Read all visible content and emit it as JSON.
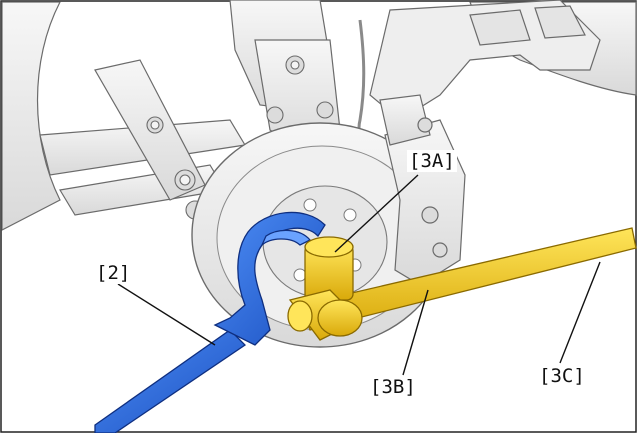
{
  "callouts": {
    "label_2": "[2]",
    "label_3a": "[3A]",
    "label_3b": "[3B]",
    "label_3c": "[3C]"
  },
  "colors": {
    "tool_2": "#2f6fe0",
    "tool_3": "#f2cc1a",
    "line_art": "#6b6b6b",
    "background": "#ffffff"
  }
}
